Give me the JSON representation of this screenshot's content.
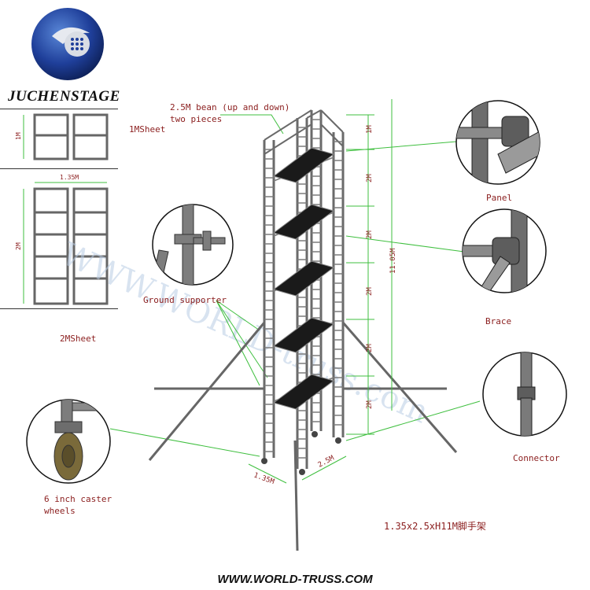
{
  "brand": {
    "name": "JUCHENSTAGE"
  },
  "footer": {
    "url": "WWW.WORLD-TRUSS.COM"
  },
  "watermark": "WWW.WORLD-truss.com",
  "colors": {
    "label": "#8b1e1e",
    "dim_line": "#3fbf3f",
    "frame": "#555555",
    "platform": "#1a1a1a"
  },
  "sheets": {
    "sheet1": {
      "label": "1MSheet",
      "height_dim": "1M"
    },
    "sheet2": {
      "label": "2MSheet",
      "height_dim": "2M",
      "width_dim": "1.35M"
    }
  },
  "callouts": {
    "bean": {
      "line1": "2.5M bean (up and down)",
      "line2": "two pieces"
    },
    "ground_supporter": "Ground supporter",
    "caster": {
      "line1": "6 inch caster",
      "line2": "wheels"
    },
    "panel": "Panel",
    "brace": "Brace",
    "connector": "Connector"
  },
  "tower": {
    "dims": {
      "top": "1M",
      "section": "2M",
      "total": "11.05M",
      "width": "1.35M",
      "length": "2.5M"
    }
  },
  "spec": "1.35x2.5xH11M脚手架"
}
